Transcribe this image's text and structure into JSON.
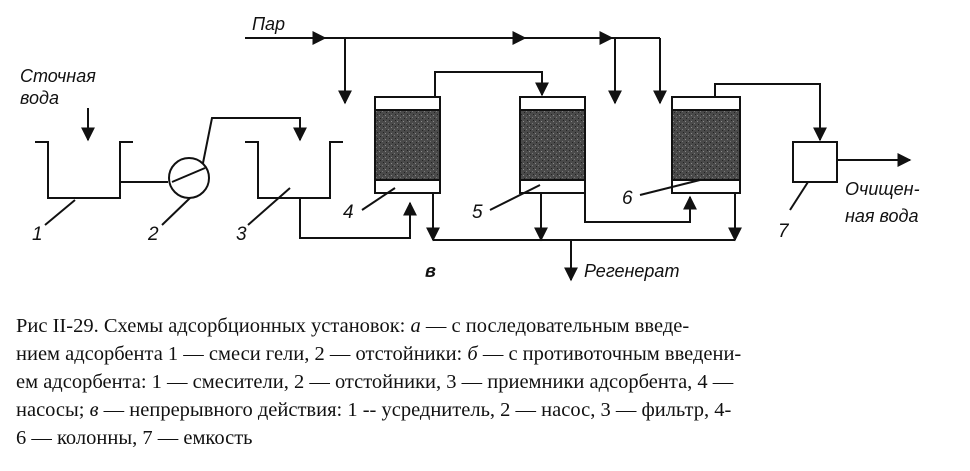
{
  "diagram": {
    "labels": {
      "steam": "Пар",
      "wastewater_line1": "Сточная",
      "wastewater_line2": "вода",
      "regenerate": "Регенерат",
      "section_letter": "в",
      "treated_line1": "Очищен-",
      "treated_line2": "ная вода"
    },
    "numbers": [
      "1",
      "2",
      "3",
      "4",
      "5",
      "6",
      "7"
    ]
  },
  "caption": {
    "line1_a": "Рис  II-29. Схемы адсорбционных установок: ",
    "line1_b": "а",
    "line1_c": " — с последовательным введе-",
    "line2": "нием адсорбента  1 — смеси гели, 2 — отстойники: ",
    "line2_b": "б",
    "line2_c": " — с противоточным введени-",
    "line3": "ем адсорбента: 1 — смесители, 2 — отстойники, 3 — приемники адсорбента, 4 —",
    "line4_a": "насосы; ",
    "line4_b": "в",
    "line4_c": " — непрерывного действия: 1 -- усреднитель, 2 — насос, 3 — фильтр, 4-",
    "line5": "6 — колонны, 7 —  емкость"
  }
}
